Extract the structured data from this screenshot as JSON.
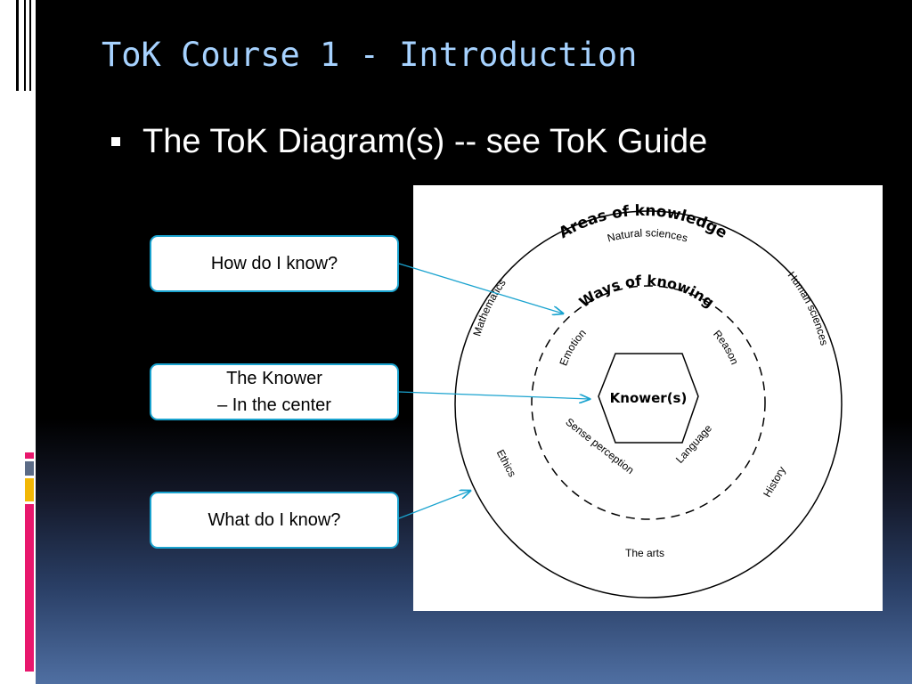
{
  "slide": {
    "title": "ToK Course 1 - Introduction",
    "bullet": "The ToK Diagram(s) -- see ToK Guide"
  },
  "callouts": {
    "how": "How do I know?",
    "knower_line1": "The Knower",
    "knower_line2": "– In the center",
    "what": "What do I know?"
  },
  "diagram": {
    "areas_title": "Areas of knowledge",
    "ways_title": "Ways of knowing",
    "center": "Knower(s)",
    "areas": {
      "natural_sciences": "Natural sciences",
      "human_sciences": "Human sciences",
      "history": "History",
      "the_arts": "The arts",
      "ethics": "Ethics",
      "mathematics": "Mathematics"
    },
    "ways": {
      "emotion": "Emotion",
      "reason": "Reason",
      "language": "Language",
      "sense_perception": "Sense perception"
    }
  },
  "colors": {
    "title": "#a6d2ff",
    "callout_border": "#1aa3cf",
    "arrow": "#1aa3cf",
    "accent_pink": "#e8176d",
    "accent_gold": "#f2b705",
    "accent_gray": "#5b6b86"
  }
}
